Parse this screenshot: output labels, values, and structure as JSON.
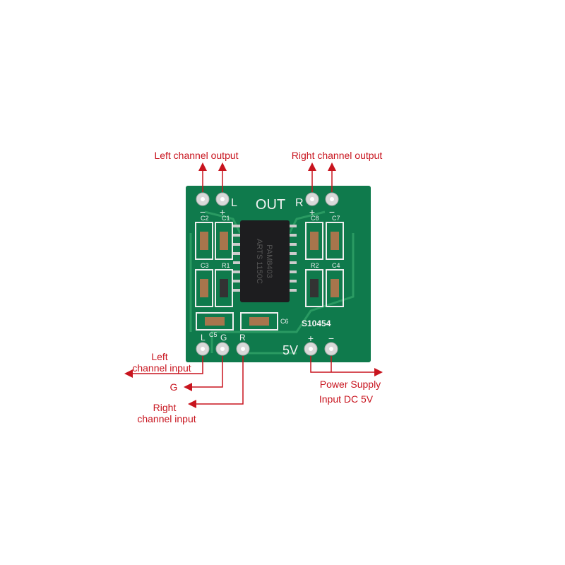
{
  "annotations": {
    "left_output": "Left channel output",
    "right_output": "Right channel output",
    "left_input_1": "Left",
    "left_input_2": "channel input",
    "ground": "G",
    "right_input_1": "Right",
    "right_input_2": "channel input",
    "power_1": "Power Supply",
    "power_2": "Input DC 5V"
  },
  "board": {
    "out_label": "OUT",
    "l": "L",
    "r": "R",
    "minus": "−",
    "plus": "+",
    "five_v": "5V",
    "model": "S10454",
    "chip_line1": "PAM8403",
    "chip_line2": "ARTS 1150C",
    "c1": "C1",
    "c2": "C2",
    "c3": "C3",
    "c4": "C4",
    "c5": "C5",
    "c6": "C6",
    "c7": "C7",
    "c8": "C8",
    "r1": "R1",
    "r2": "R2",
    "in_l": "L",
    "in_g": "G",
    "in_r": "R"
  },
  "colors": {
    "annotation": "#c8141e",
    "board": "#0f7a4c"
  }
}
